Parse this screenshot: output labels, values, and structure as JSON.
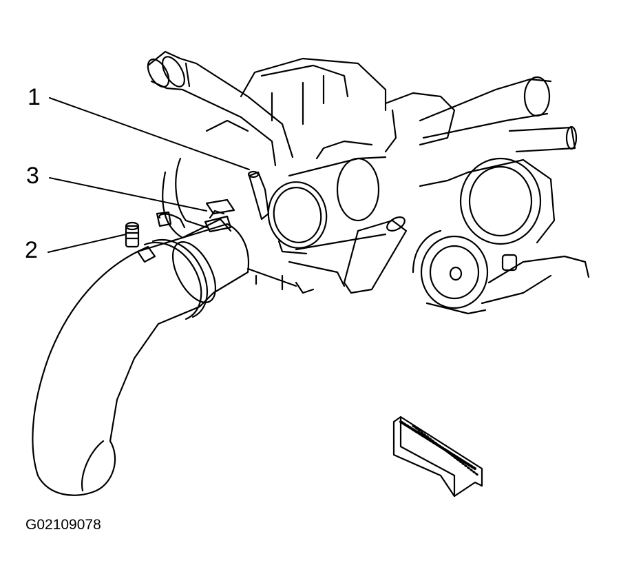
{
  "callouts": {
    "one": "1",
    "two": "2",
    "three": "3"
  },
  "figure_id": "G02109078",
  "colors": {
    "line": "#000000",
    "background": "#ffffff"
  }
}
